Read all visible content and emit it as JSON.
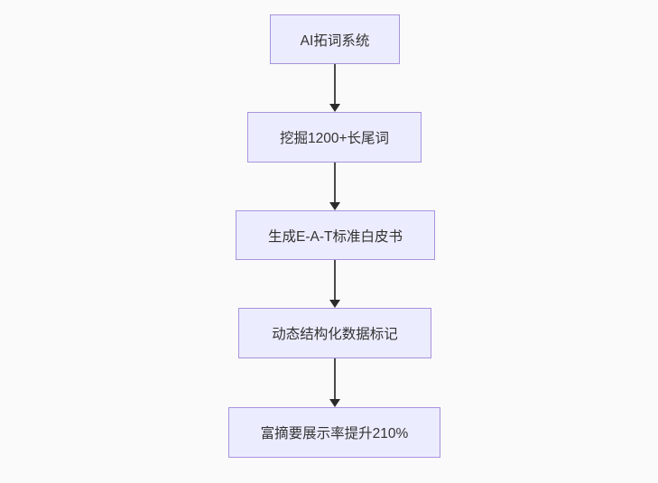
{
  "diagram": {
    "type": "flowchart",
    "direction": "top-down",
    "nodes": [
      {
        "id": "n1",
        "label": "AI拓词系统"
      },
      {
        "id": "n2",
        "label": "挖掘1200+长尾词"
      },
      {
        "id": "n3",
        "label": "生成E-A-T标准白皮书"
      },
      {
        "id": "n4",
        "label": "动态结构化数据标记"
      },
      {
        "id": "n5",
        "label": "富摘要展示率提升210%"
      }
    ],
    "edges": [
      {
        "from": "n1",
        "to": "n2"
      },
      {
        "from": "n2",
        "to": "n3"
      },
      {
        "from": "n3",
        "to": "n4"
      },
      {
        "from": "n4",
        "to": "n5"
      }
    ],
    "colors": {
      "background": "#fafafa",
      "node_fill": "#ececff",
      "node_border": "#a893dd",
      "edge_line": "#4a4a4a",
      "text": "#333333"
    }
  }
}
